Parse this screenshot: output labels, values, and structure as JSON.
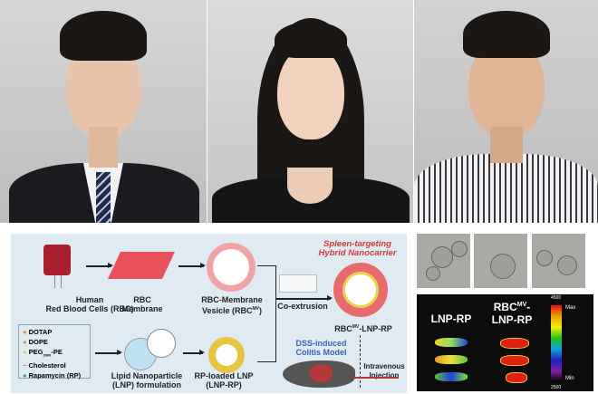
{
  "portraits": [
    {
      "name": "portrait-1"
    },
    {
      "name": "portrait-2"
    },
    {
      "name": "portrait-3"
    }
  ],
  "diagram": {
    "human_rbc": "Human\nRed Blood Cells (RBC)",
    "rbc_membrane": "RBC\nMembrane",
    "rbc_vesicle": "RBC-Membrane",
    "rbc_vesicle_2": "Vesicle (RBC",
    "mv": "MV",
    "close_paren": ")",
    "coextrusion": "Co-extrusion",
    "title": "Spleen-targeting\nHybrid Nanocarrier",
    "product_a": "RBC",
    "product_b": "-LNP-RP",
    "legend": [
      "DOTAP",
      "DOPE",
      "PEG",
      "Cholesterol",
      "Rapamycin (RP)"
    ],
    "peg_sub": "2000",
    "peg_suffix": "-PE",
    "lnp_form": "Lipid Nanoparticle\n(LNP) formulation",
    "rp_lnp": "RP-loaded LNP\n(LNP-RP)",
    "model": "DSS-induced\nColitis Model",
    "injection": "Intravenous\nInjection"
  },
  "imaging": {
    "col1": "LNP-RP",
    "col2_a": "RBC",
    "col2_b": "-",
    "col2_c": "LNP-RP",
    "scale_max_value": "4500",
    "scale_min_value": "2500",
    "max": "Max",
    "min": "Min"
  },
  "colors": {
    "diagram_bg": "#dfeaf3",
    "title_red": "#d23a3a",
    "model_blue": "#3b66b0"
  }
}
